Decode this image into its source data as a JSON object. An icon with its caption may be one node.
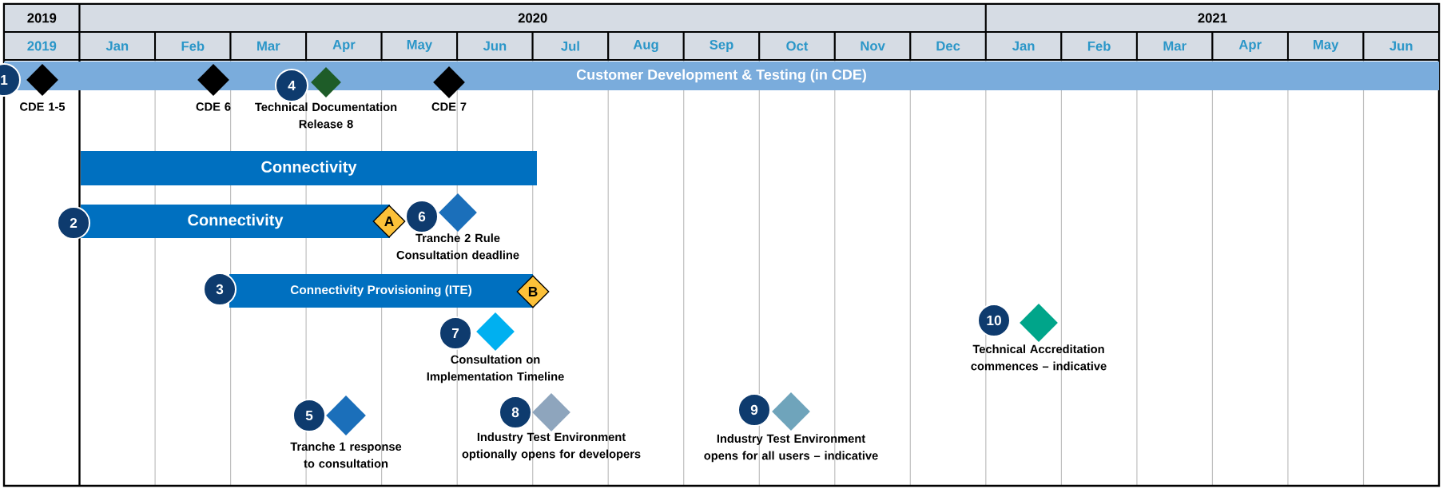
{
  "diagram": {
    "nodes": [
      {
        "text": [
          "Customer Development & Testing (in CDE)"
        ]
      },
      {
        "text": [
          "1"
        ]
      },
      {
        "text": [],
        "shape": "diamond",
        "beside": [
          "CDE 1-5"
        ]
      },
      {
        "text": [],
        "shape": "diamond",
        "beside": [
          "CDE 6"
        ]
      },
      {
        "text": [
          "4"
        ]
      },
      {
        "text": [],
        "shape": "diamond",
        "beside": [
          "Technical Documentation Release 8"
        ]
      },
      {
        "text": [],
        "shape": "diamond",
        "beside": [
          "CDE 7"
        ]
      },
      {
        "text": [
          "Connectivity"
        ]
      },
      {
        "text": [
          "2"
        ]
      },
      {
        "text": [
          "Connectivity"
        ]
      },
      {
        "text": [
          "A"
        ]
      },
      {
        "text": [
          "6"
        ]
      },
      {
        "text": [],
        "shape": "diamond",
        "beside": [
          "Tranche 2 Rule Consultation deadline"
        ]
      },
      {
        "text": [
          "3"
        ]
      },
      {
        "text": [
          "Connectivity Provisioning (ITE)"
        ]
      },
      {
        "text": [
          "B"
        ]
      },
      {
        "text": [
          "7"
        ]
      },
      {
        "text": [],
        "shape": "diamond",
        "beside": [
          "Consultation on Implementation Timeline"
        ]
      },
      {
        "text": [
          "10"
        ]
      },
      {
        "text": [],
        "shape": "diamond",
        "beside": [
          "Technical Accreditation commences – indicative"
        ]
      },
      {
        "text": [
          "5"
        ]
      },
      {
        "text": [],
        "shape": "diamond",
        "beside": [
          "Tranche 1 response to consultation"
        ]
      },
      {
        "text": [
          "8"
        ]
      },
      {
        "text": [],
        "shape": "diamond",
        "beside": [
          "Industry Test Environment optionally opens for developers"
        ]
      },
      {
        "text": [
          "9"
        ]
      },
      {
        "text": [],
        "shape": "diamond",
        "beside": [
          "Industry Test Environment opens for all users – indicative"
        ]
      }
    ],
    "labels": [
      "2019",
      "2020",
      "2021",
      "2019",
      "Jan",
      "Feb",
      "Mar",
      "Apr",
      "May",
      "Jun",
      "Jul",
      "Aug",
      "Sep",
      "Oct",
      "Nov",
      "Dec",
      "Jan",
      "Feb",
      "Mar",
      "Apr",
      "May",
      "Jun"
    ]
  }
}
